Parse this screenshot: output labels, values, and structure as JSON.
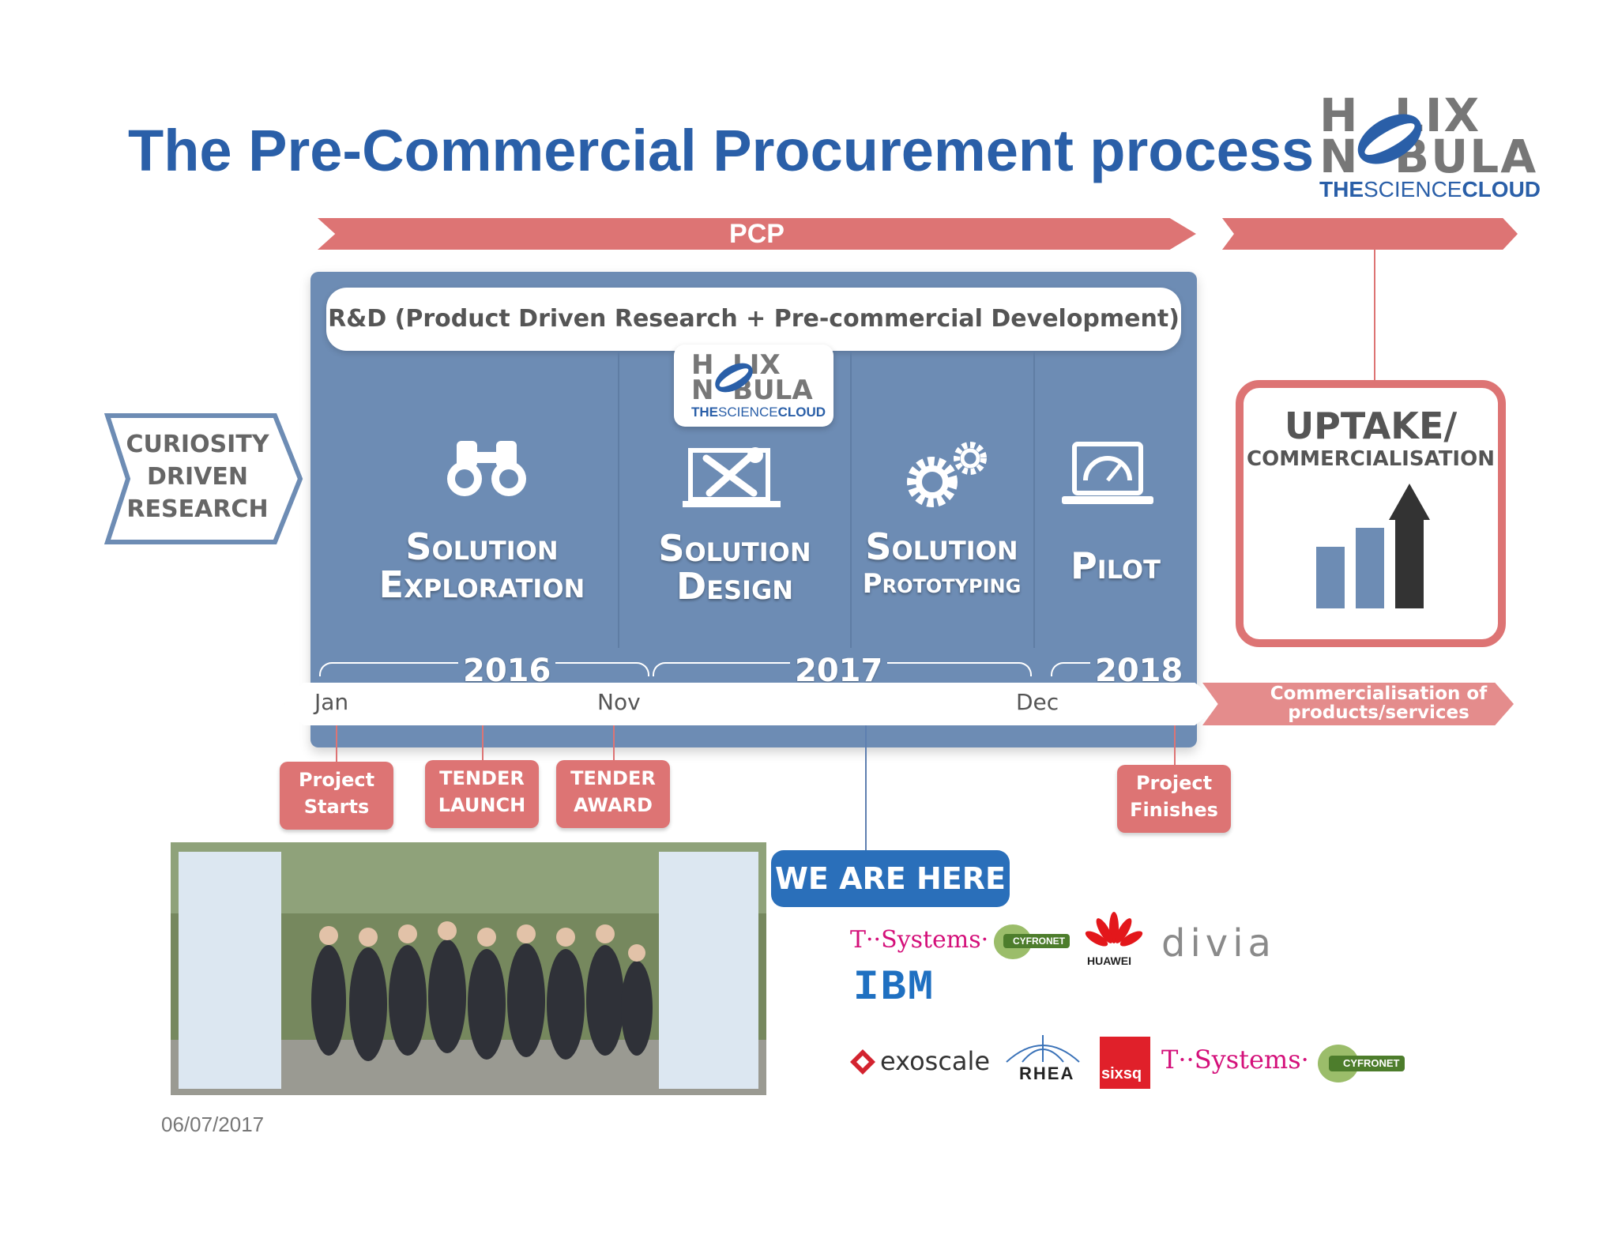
{
  "title": "The Pre-Commercial Procurement process",
  "logo": {
    "line1": "H  LIX",
    "line2": "N  BULA",
    "tagline_a": "THE",
    "tagline_b": "SCIENCE",
    "tagline_c": "CLOUD"
  },
  "pcp_label": "PCP",
  "rd_label": "R&D (Product Driven Research + Pre-commercial Development)",
  "curiosity": {
    "line1": "CURIOSITY",
    "line2": "DRIVEN",
    "line3": "RESEARCH"
  },
  "phases": [
    {
      "line1": "Solution",
      "line2": "Exploration",
      "icon": "binoculars-icon"
    },
    {
      "line1": "Solution",
      "line2": "Design",
      "icon": "design-tools-icon"
    },
    {
      "line1": "Solution",
      "line2": "Prototyping",
      "icon": "gears-icon"
    },
    {
      "line1": "Pilot",
      "line2": "",
      "icon": "laptop-gauge-icon"
    }
  ],
  "years": [
    "2016",
    "2017",
    "2018"
  ],
  "timeline": {
    "jan": "Jan",
    "nov": "Nov",
    "dec": "Dec"
  },
  "commercialisation": {
    "line1": "Commercialisation of",
    "line2": "products/services"
  },
  "uptake": {
    "line1": "UPTAKE/",
    "line2": "COMMERCIALISATION"
  },
  "milestones": {
    "project_starts": {
      "line1": "Project",
      "line2": "Starts"
    },
    "tender_launch": {
      "line1": "TENDER",
      "line2": "LAUNCH"
    },
    "tender_award": {
      "line1": "TENDER",
      "line2": "AWARD"
    },
    "project_finishes": {
      "line1": "Project",
      "line2": "Finishes"
    }
  },
  "we_are_here": "WE ARE HERE",
  "sponsors": {
    "tsystems": "T··Systems·",
    "cyfronet": "CYFRONET",
    "huawei": "HUAWEI",
    "divia": "divia",
    "ibm": "IBM",
    "exoscale": "exoscale",
    "rhea": "RHEA",
    "sixsq": "sixsq"
  },
  "date": "06/07/2017",
  "colors": {
    "title_blue": "#2a5fa8",
    "pcp_red": "#dd7474",
    "box_blue": "#6d8cb4",
    "here_blue": "#2a6fba"
  }
}
